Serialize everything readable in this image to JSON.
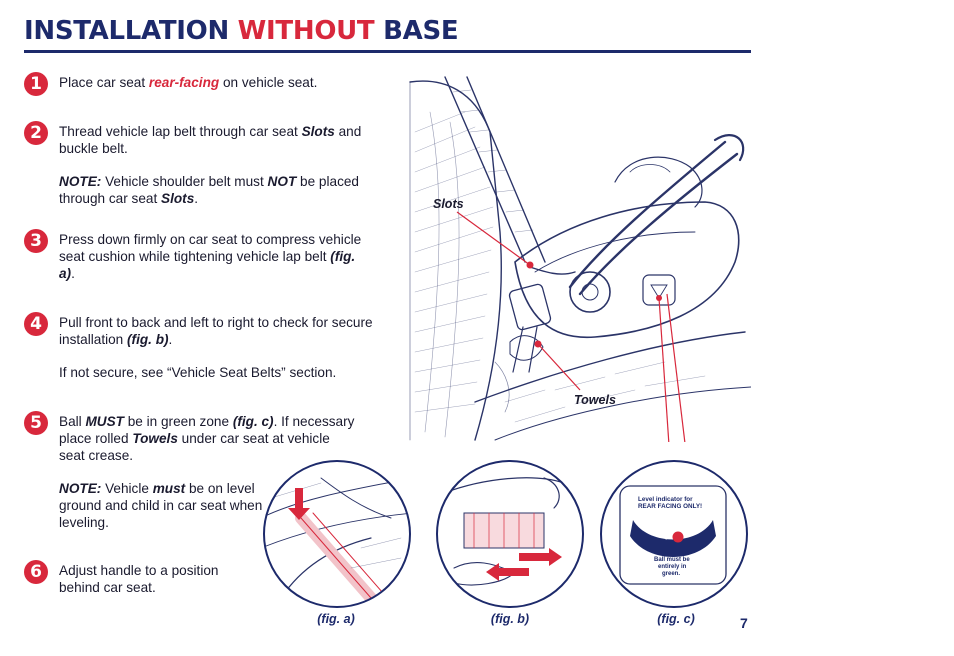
{
  "title": {
    "part1": "INSTALLATION ",
    "part2": "WITHOUT",
    "part3": " BASE"
  },
  "steps": [
    {
      "num": "1",
      "a": "Place car seat ",
      "b": "rear-facing",
      "c": " on vehicle seat."
    },
    {
      "num": "2",
      "a": "Thread vehicle lap belt through car seat ",
      "b": "Slots",
      "c": " and buckle belt.",
      "note_label": "NOTE:",
      "note_a": " Vehicle shoulder belt must ",
      "note_b": "NOT",
      "note_c": " be placed through car seat ",
      "note_d": "Slots",
      "note_e": "."
    },
    {
      "num": "3",
      "a": "Press down firmly on car seat to compress vehicle seat cushion while tightening vehicle lap belt ",
      "b": "(fig. a)",
      "c": "."
    },
    {
      "num": "4",
      "a": "Pull front to back and left to right to check for secure installation ",
      "b": "(fig. b)",
      "c": ".",
      "extra": "If not secure, see “Vehicle Seat Belts” section."
    },
    {
      "num": "5",
      "a": "Ball ",
      "b": "MUST",
      "c": " be in green zone ",
      "d": "(fig. c)",
      "e": ".  If necessary place rolled ",
      "f": "Towels",
      "g": " under car seat at vehicle seat crease.",
      "note_label": "NOTE:",
      "note_a": " Vehicle ",
      "note_b": "must",
      "note_c": " be on level ground and child in car seat when leveling."
    },
    {
      "num": "6",
      "a": "Adjust handle to a position behind car seat."
    }
  ],
  "callouts": {
    "slots": "Slots",
    "towels": "Towels"
  },
  "figures": {
    "a": "(fig. a)",
    "b": "(fig. b)",
    "c": "(fig. c)",
    "c_label_top": [
      "Level indicator for",
      "REAR FACING ONLY!"
    ],
    "c_label_bottom": [
      "Ball must be",
      "entirely in",
      "green."
    ]
  },
  "page_number": "7",
  "colors": {
    "navy": "#1d2a6b",
    "red": "#d8283c"
  }
}
